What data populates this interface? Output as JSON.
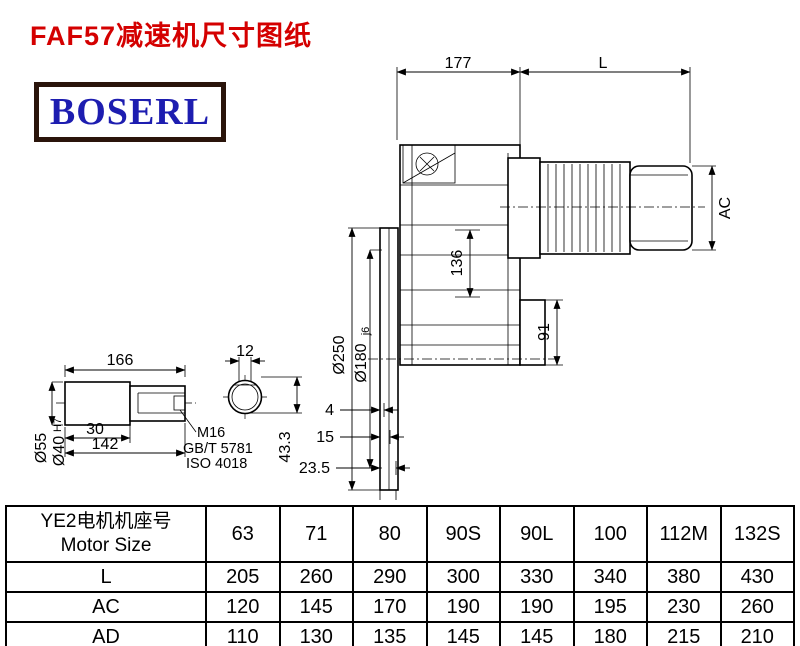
{
  "page": {
    "title": "FAF57减速机尺寸图纸",
    "logo_text": "BOSERL",
    "colors": {
      "title": "#d40000",
      "logo_text": "#1d1db0",
      "logo_border": "#2a140b",
      "line": "#000000"
    }
  },
  "drawing": {
    "top_dim_left": "177",
    "top_dim_right": "L",
    "motor_height_dim": "AC",
    "flange_dia": "Ø250",
    "spigot_dia": "Ø180",
    "spigot_fit": "j6",
    "housing_height_dim": "136",
    "lower_height_dim": "91",
    "offset_dim_1": "4",
    "offset_dim_2": "15",
    "offset_dim_3": "23.5",
    "key_height_dim": "43.3",
    "shaft": {
      "length_dim": "166",
      "key_width_dim": "12",
      "dia_outer": "Ø55",
      "dia_inner": "Ø40",
      "dia_inner_fit": "H7",
      "step_dim": "30",
      "len_dim": "142",
      "tap_label": "M16",
      "std1": "GB/T 5781",
      "std2": "ISO 4018"
    }
  },
  "table": {
    "header": {
      "line1": "YE2电机机座号",
      "line2": "Motor Size"
    },
    "sizes": [
      "63",
      "71",
      "80",
      "90S",
      "90L",
      "100",
      "112M",
      "132S"
    ],
    "rows": [
      {
        "label": "L",
        "values": [
          "205",
          "260",
          "290",
          "300",
          "330",
          "340",
          "380",
          "430"
        ]
      },
      {
        "label": "AC",
        "values": [
          "120",
          "145",
          "170",
          "190",
          "190",
          "195",
          "230",
          "260"
        ]
      },
      {
        "label": "AD",
        "values": [
          "110",
          "130",
          "135",
          "145",
          "145",
          "180",
          "215",
          "210"
        ]
      }
    ]
  }
}
